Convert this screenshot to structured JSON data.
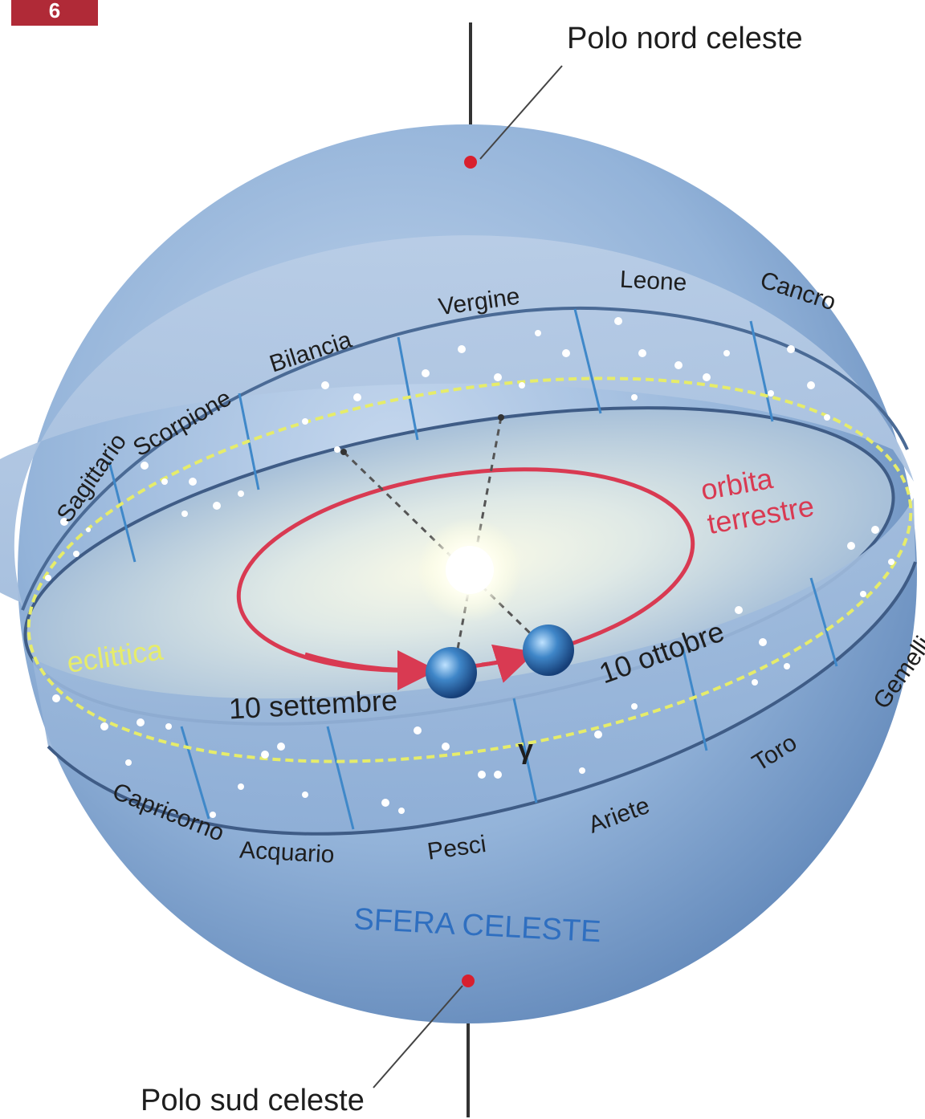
{
  "figure_number": "6",
  "poles": {
    "north": "Polo nord celeste",
    "south": "Polo sud celeste"
  },
  "sphere_label": "SFERA CELESTE",
  "ecliptic_label": "eclittica",
  "orbit_label": [
    "orbita",
    "terrestre"
  ],
  "dates": {
    "first": "10 settembre",
    "second": "10 ottobre"
  },
  "vernal_point_symbol": "γ",
  "constellations_back": [
    "Sagittario",
    "Scorpione",
    "Bilancia",
    "Vergine",
    "Leone",
    "Cancro"
  ],
  "constellations_front": [
    "Capricorno",
    "Acquario",
    "Pesci",
    "Ariete",
    "Toro",
    "Gemelli"
  ],
  "colors": {
    "sphere": "#8fb0d6",
    "sphere_dark": "#5f86b8",
    "orbit": "#d93a52",
    "ecliptic": "#e6ec6a",
    "sphere_label": "#2f6fc0",
    "pole_dot": "#d8202e",
    "badge": "#b02a37"
  }
}
